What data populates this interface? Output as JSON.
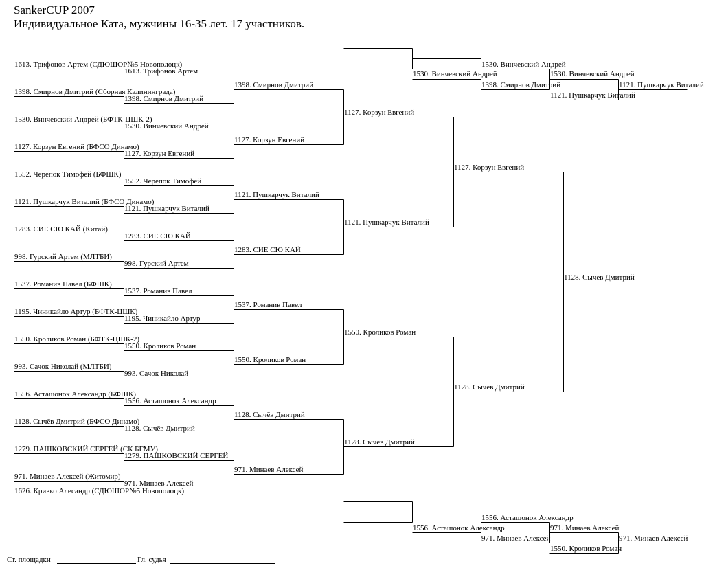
{
  "header": {
    "title": "SankerCUP 2007",
    "subtitle": "Индивидуальное Ката, мужчины 16-35 лет. 17 участников."
  },
  "round1": [
    "1613. Трифонов Артем (СДЮШОР№5 Новополоцк)",
    "1398. Смирнов Дмитрий (Сборная Калининграда)",
    "1530. Винчевский Андрей (БФТК-ЦШК-2)",
    "1127. Корзун Евгений (БФСО Динамо)",
    "1552. Черепок Тимофей (БФШК)",
    "1121. Пушкарчук Виталий (БФСО Динамо)",
    "1283. СИЕ СЮ КАЙ (Китай)",
    "998. Гурский Артем (МЛТБИ)",
    "1537. Романив Павел (БФШК)",
    "1195. Чиникайло Артур (БФТК-ЦШК)",
    "1550. Кроликов Роман (БФТК-ЦШК-2)",
    "993. Сачок Николай (МЛТБИ)",
    "1556. Асташонок Александр (БФШК)",
    "1128. Сычёв Дмитрий (БФСО Динамо)",
    "1279. ПАШКОВСКИЙ СЕРГЕЙ (СК БГМУ)",
    "971. Минаев Алексей (Житомир)",
    "1626. Кривко Алесандр (СДЮШОР№5 Новополоцк)"
  ],
  "round2": [
    "1613. Трифонов Артем",
    "1398. Смирнов Дмитрий",
    "1530. Винчевский Андрей",
    "1127. Корзун Евгений",
    "1552. Черепок Тимофей",
    "1121. Пушкарчук Виталий",
    "1283. СИЕ СЮ КАЙ",
    "998. Гурский Артем",
    "1537. Романив Павел",
    "1195. Чиникайло Артур",
    "1550. Кроликов Роман",
    "993. Сачок Николай",
    "1556. Асташонок Александр",
    "1128. Сычёв Дмитрий",
    "1279. ПАШКОВСКИЙ СЕРГЕЙ",
    "971. Минаев Алексей"
  ],
  "round3": [
    "1398. Смирнов Дмитрий",
    "1127. Корзун Евгений",
    "1121. Пушкарчук Виталий",
    "1283. СИЕ СЮ КАЙ",
    "1537. Романив Павел",
    "1550. Кроликов Роман",
    "1128. Сычёв Дмитрий",
    "971. Минаев Алексей"
  ],
  "round4": [
    "1127. Корзун Евгений",
    "1121. Пушкарчук Виталий",
    "1550. Кроликов Роман",
    "1128. Сычёв Дмитрий"
  ],
  "semifinals": [
    "1127. Корзун Евгений",
    "1128. Сычёв Дмитрий"
  ],
  "final_winner": "1128. Сычёв Дмитрий",
  "repechage_top": {
    "r1_winner": "1530. Винчевский Андрей",
    "r2_upper": "1530. Винчевский Андрей",
    "r2_lower": "1398. Смирнов Дмитрий",
    "r3_upper": "1530. Винчевский Андрей",
    "r3_lower": "1121. Пушкарчук Виталий",
    "result": "1121. Пушкарчук Виталий"
  },
  "repechage_bottom": {
    "r1_winner": "1556. Асташонок Александр",
    "r2_upper": "1556. Асташонок Александр",
    "r2_lower": "971. Минаев Алексей",
    "r3_upper": "971. Минаев Алексей",
    "r3_lower": "1550. Кроликов Роман",
    "result": "971. Минаев Алексей"
  },
  "footer": {
    "site_label": "Ст. площадки",
    "judge_label": "Гл. судья"
  }
}
